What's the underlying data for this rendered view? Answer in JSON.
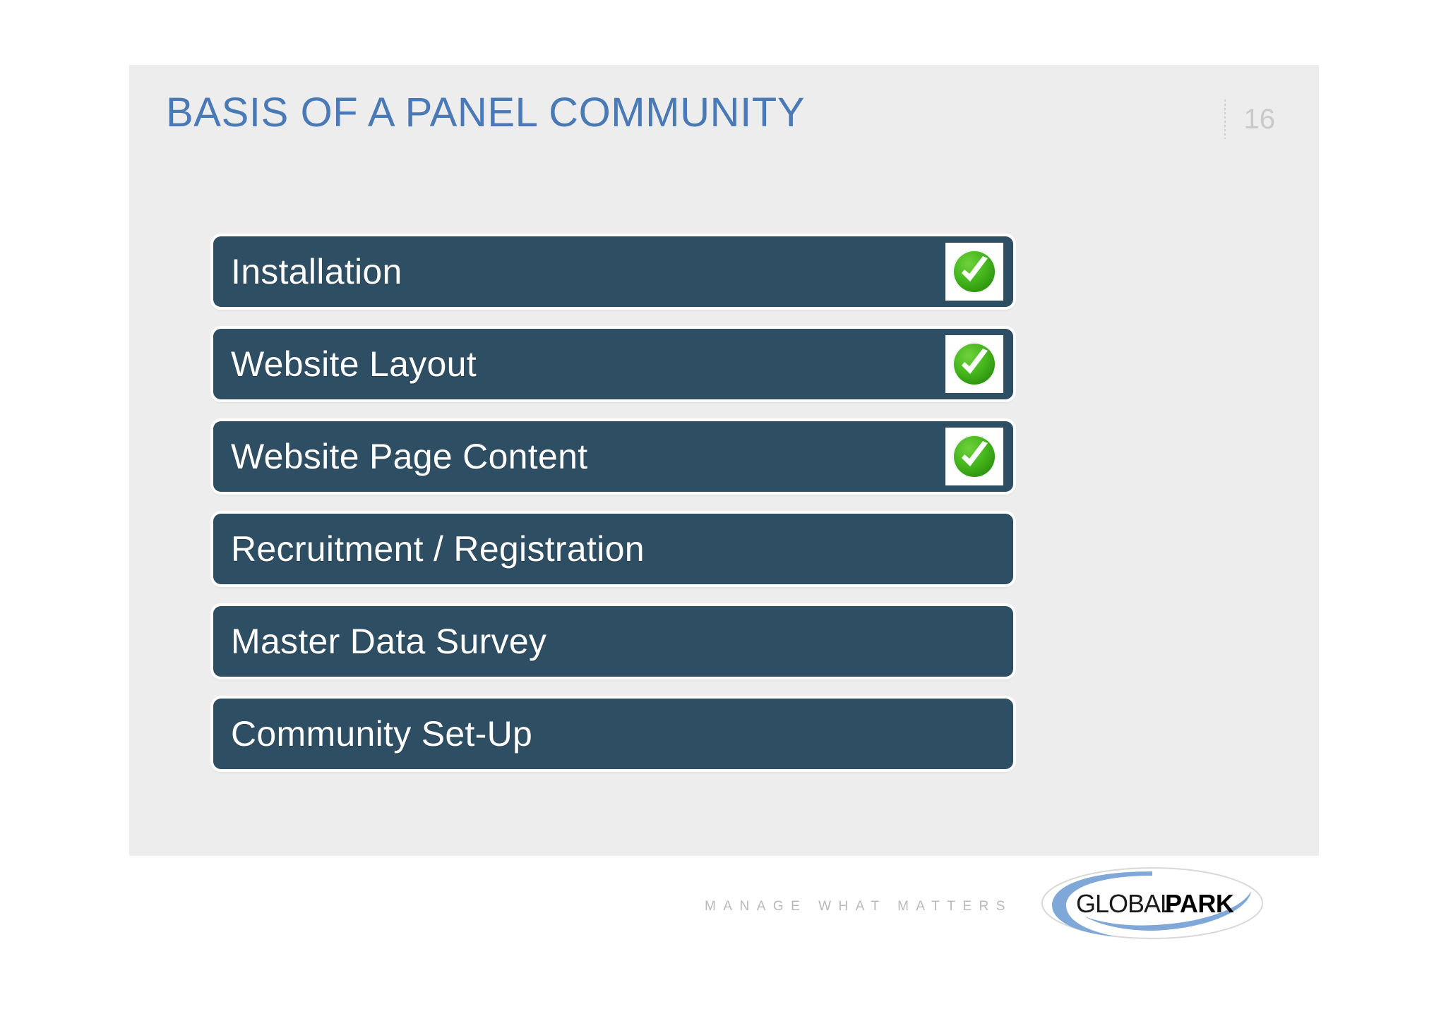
{
  "slide": {
    "title": "BASIS OF A PANEL COMMUNITY",
    "page_number": "16",
    "accent_title_color": "#4a7ab5",
    "panel_background": "#eeedee",
    "bar_color": "#2e4e63",
    "check_color": "#3faa1e"
  },
  "bars": [
    {
      "label": "Installation",
      "checked": true,
      "icon": "check-circle-icon"
    },
    {
      "label": "Website Layout",
      "checked": true,
      "icon": "check-circle-icon"
    },
    {
      "label": "Website Page Content",
      "checked": true,
      "icon": "check-circle-icon"
    },
    {
      "label": "Recruitment / Registration",
      "checked": false,
      "icon": ""
    },
    {
      "label": "Master Data Survey",
      "checked": false,
      "icon": ""
    },
    {
      "label": "Community Set-Up",
      "checked": false,
      "icon": ""
    }
  ],
  "footer": {
    "tagline": "MANAGE WHAT MATTERS",
    "logo_text_light": "GLOBAL",
    "logo_text_bold": "PARK"
  }
}
